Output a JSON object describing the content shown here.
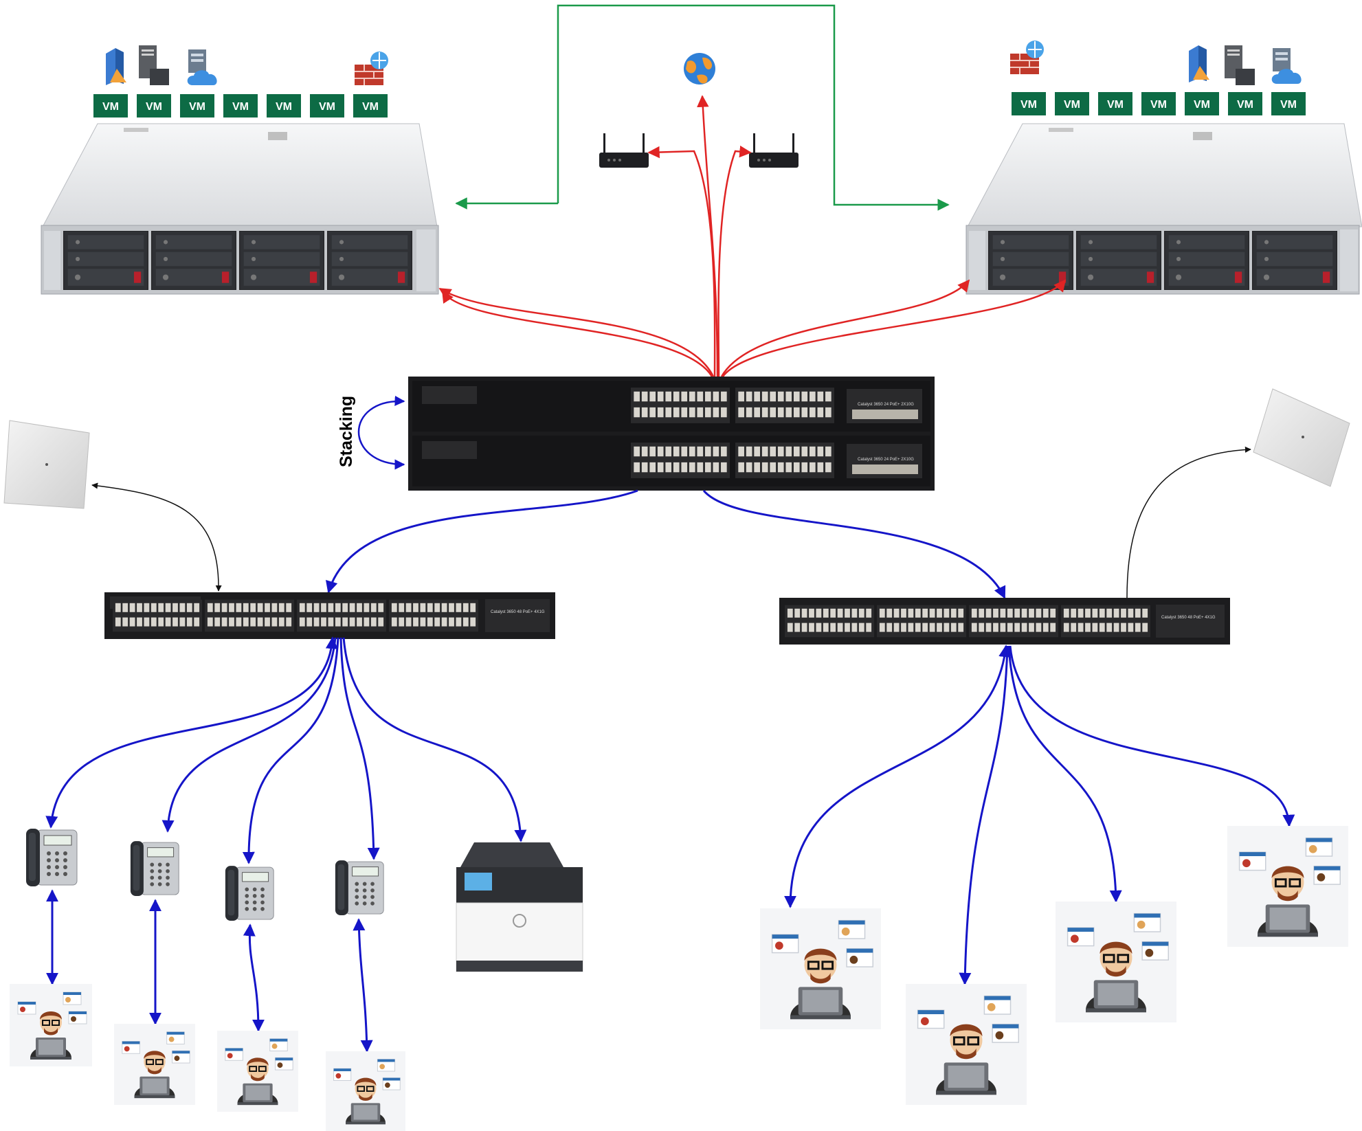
{
  "diagram": {
    "stacking_label": "Stacking",
    "vm_label": "VM",
    "left_server": {
      "vm_count": 7,
      "icons": [
        "virtualization-icon",
        "server-tower-icon",
        "cloud-server-icon",
        "firewall-icon"
      ]
    },
    "right_server": {
      "vm_count": 7,
      "icons": [
        "firewall-icon",
        "virtualization-icon",
        "server-tower-icon",
        "cloud-server-icon"
      ]
    },
    "internet": {
      "icon": "globe-icon",
      "routers": [
        "wireless-router-icon",
        "wireless-router-icon"
      ]
    },
    "core_switch": {
      "units": 2,
      "model_label": "Catalyst 3650 24 PoE+ 2X10G"
    },
    "access_switch_left": {
      "model_label": "Catalyst 3650 48 PoE+ 4X1G"
    },
    "access_switch_right": {
      "model_label": "Catalyst 3650 48 PoE+ 4X1G"
    },
    "left_endpoints": {
      "phones": 4,
      "printers": 1,
      "users": 4
    },
    "right_endpoints": {
      "users": 4
    },
    "access_points": 2
  },
  "colors": {
    "vm_box": "#0d6b45",
    "uplink_red": "#e02424",
    "link_blue": "#1515c8",
    "link_green": "#1a9a4a",
    "link_black": "#111111",
    "switch_body": "#1c1c1e",
    "server_body": "#e9eaec"
  }
}
